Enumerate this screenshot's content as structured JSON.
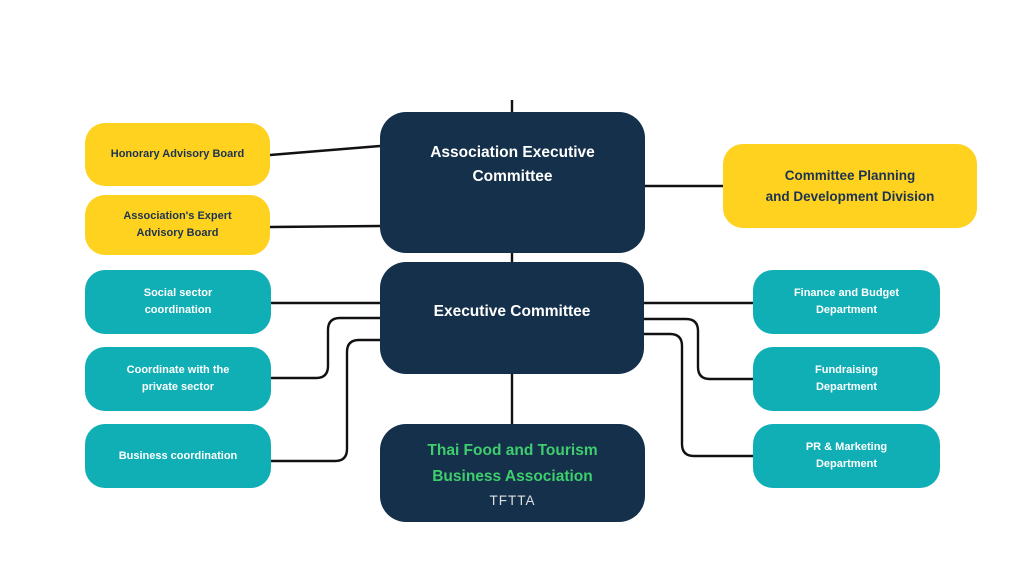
{
  "diagram": {
    "type": "org-chart",
    "organization_abbr": "TFTTA",
    "nodes": {
      "assoc_exec": {
        "lines": [
          "Association Executive",
          "Committee"
        ]
      },
      "honorary": {
        "lines": [
          "Honorary Advisory Board"
        ]
      },
      "expert": {
        "lines": [
          "Association's Expert",
          "Advisory Board"
        ]
      },
      "planning": {
        "lines": [
          "Committee Planning",
          "and Development Division"
        ]
      },
      "exec": {
        "lines": [
          "Executive Committee"
        ]
      },
      "social": {
        "lines": [
          "Social sector",
          "coordination"
        ]
      },
      "private": {
        "lines": [
          "Coordinate with the",
          "private sector"
        ]
      },
      "business": {
        "lines": [
          "Business coordination"
        ]
      },
      "finance": {
        "lines": [
          "Finance and Budget",
          "Department"
        ]
      },
      "fundraising": {
        "lines": [
          "Fundraising",
          "Department"
        ]
      },
      "pr": {
        "lines": [
          "PR & Marketing",
          "Department"
        ]
      },
      "tftta": {
        "lines": [
          "Thai Food and Tourism",
          "Business Association"
        ],
        "abbr": "TFTTA"
      }
    },
    "colors": {
      "navy": "#14304A",
      "yellow": "#FFD21F",
      "teal": "#10AFB6",
      "green_text": "#3FCE6D",
      "dark_text": "#1C3352",
      "light_text": "#FFFFFF",
      "abbr_text": "#DDE0E3",
      "line": "#111111",
      "background": "#FFFFFF"
    },
    "edges": [
      "honorary - assoc_exec",
      "expert - assoc_exec",
      "assoc_exec - planning",
      "assoc_exec - exec",
      "social - exec",
      "private - exec",
      "business - exec",
      "exec - finance",
      "exec - fundraising",
      "exec - pr",
      "exec - tftta"
    ]
  }
}
